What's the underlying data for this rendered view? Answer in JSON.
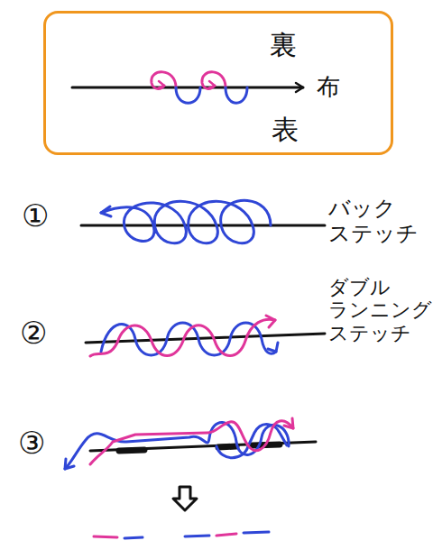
{
  "diagram": {
    "nodes": [
      {
        "text": [
          "裏",
          "布",
          "表"
        ]
      }
    ],
    "labels": [
      "①",
      "バック ステッチ",
      "②",
      "ダブル ランニング ステッチ",
      "③"
    ]
  }
}
